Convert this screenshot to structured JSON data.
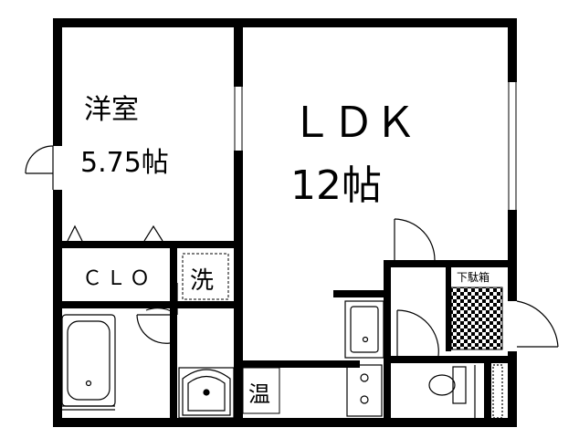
{
  "rooms": {
    "western": {
      "name": "洋室",
      "size": "5.75帖"
    },
    "ldk": {
      "name": "ＬＤＫ",
      "size": "12帖"
    },
    "closet": {
      "name": "ＣＬＯ"
    },
    "washroom": {
      "name": "洗"
    },
    "water_heater": {
      "name": "温"
    },
    "shoe_box": {
      "name": "下駄箱"
    }
  },
  "colors": {
    "wall": "#000000",
    "background": "#ffffff",
    "hatch": "#000000"
  }
}
